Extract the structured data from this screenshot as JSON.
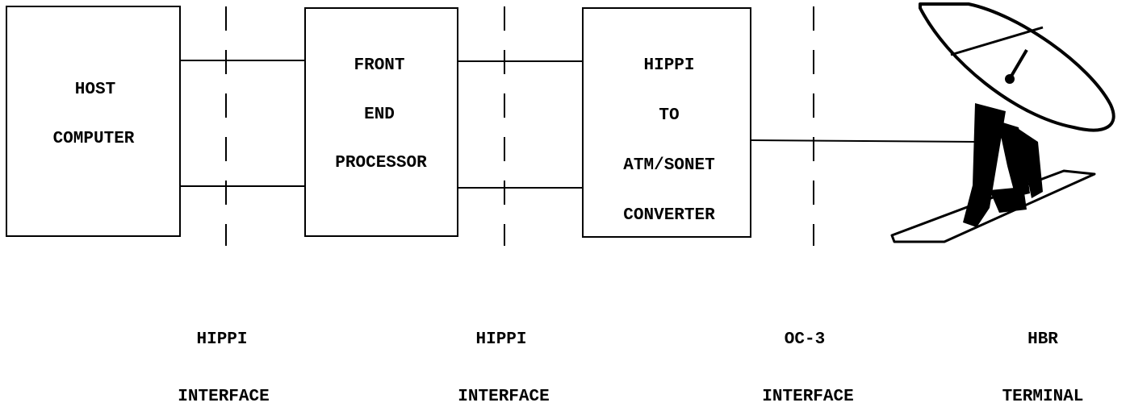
{
  "blocks": {
    "host": [
      "HOST",
      "COMPUTER"
    ],
    "fep": [
      "FRONT",
      "END",
      "PROCESSOR"
    ],
    "converter": [
      "HIPPI",
      "TO",
      "ATM/SONET",
      "CONVERTER"
    ]
  },
  "interfaces": {
    "hippi1": [
      "HIPPI",
      "INTERFACE"
    ],
    "hippi2": [
      "HIPPI",
      "INTERFACE"
    ],
    "oc3": [
      "OC-3",
      "INTERFACE"
    ],
    "hbr": [
      "HBR",
      "TERMINAL"
    ]
  },
  "icons": {
    "terminal": "satellite-dish-icon"
  }
}
